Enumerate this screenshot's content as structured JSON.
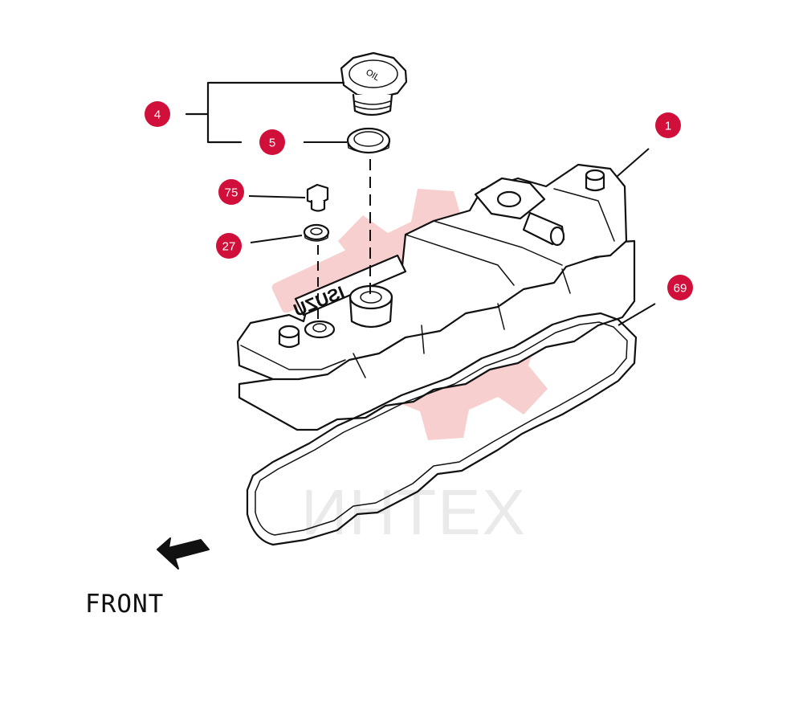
{
  "callouts": [
    {
      "id": "4",
      "label": "4"
    },
    {
      "id": "5",
      "label": "5"
    },
    {
      "id": "75",
      "label": "75"
    },
    {
      "id": "27",
      "label": "27"
    },
    {
      "id": "1",
      "label": "1"
    },
    {
      "id": "69",
      "label": "69"
    }
  ],
  "direction_label": "FRONT",
  "watermark_text": "ИНТЕХ",
  "cover_emblem": "ISUZU",
  "oil_cap_text": "OIL",
  "colors": {
    "callout": "#d0103a",
    "watermark": "#f5c9c9",
    "line": "#111111"
  }
}
